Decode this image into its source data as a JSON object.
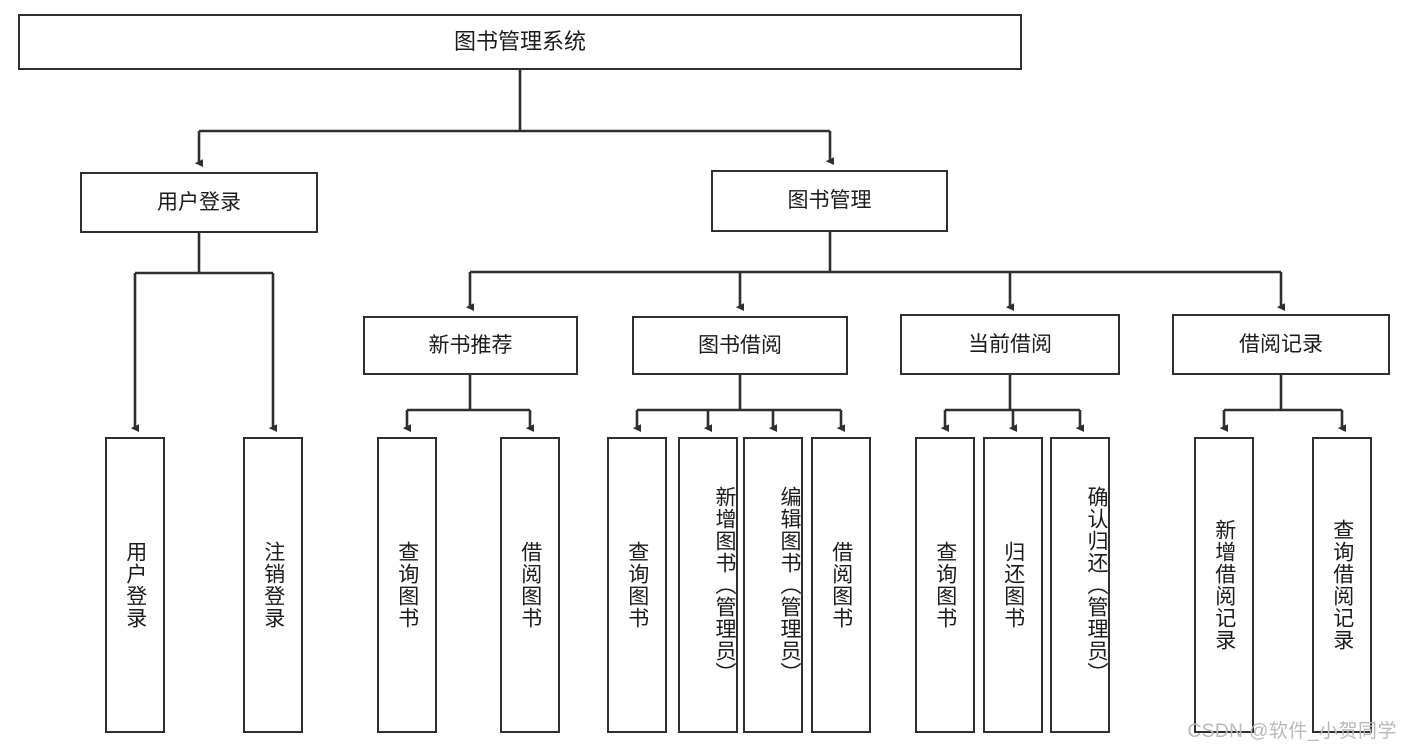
{
  "diagram": {
    "title": "图书管理系统",
    "type": "tree",
    "root": {
      "id": "root",
      "label": "图书管理系统"
    },
    "level1": [
      {
        "id": "user-login",
        "label": "用户登录"
      },
      {
        "id": "book-manage",
        "label": "图书管理"
      }
    ],
    "level2": [
      {
        "id": "new-book-recommend",
        "label": "新书推荐",
        "parent": "book-manage"
      },
      {
        "id": "book-borrow",
        "label": "图书借阅",
        "parent": "book-manage"
      },
      {
        "id": "current-borrow",
        "label": "当前借阅",
        "parent": "book-manage"
      },
      {
        "id": "borrow-record",
        "label": "借阅记录",
        "parent": "book-manage"
      }
    ],
    "leaves": [
      {
        "id": "leaf-user-login",
        "label": "用户登录",
        "parent": "user-login"
      },
      {
        "id": "leaf-logout",
        "label": "注销登录",
        "parent": "user-login"
      },
      {
        "id": "leaf-query-book-1",
        "label": "查询图书",
        "parent": "new-book-recommend"
      },
      {
        "id": "leaf-borrow-book-1",
        "label": "借阅图书",
        "parent": "new-book-recommend"
      },
      {
        "id": "leaf-query-book-2",
        "label": "查询图书",
        "parent": "book-borrow"
      },
      {
        "id": "leaf-add-book",
        "label": "新增图书（管理员）",
        "parent": "book-borrow"
      },
      {
        "id": "leaf-edit-book",
        "label": "编辑图书（管理员）",
        "parent": "book-borrow"
      },
      {
        "id": "leaf-borrow-book-2",
        "label": "借阅图书",
        "parent": "book-borrow"
      },
      {
        "id": "leaf-query-book-3",
        "label": "查询图书",
        "parent": "current-borrow"
      },
      {
        "id": "leaf-return-book",
        "label": "归还图书",
        "parent": "current-borrow"
      },
      {
        "id": "leaf-confirm-return",
        "label": "确认归还（管理员）",
        "parent": "current-borrow"
      },
      {
        "id": "leaf-add-record",
        "label": "新增借阅记录",
        "parent": "borrow-record"
      },
      {
        "id": "leaf-query-record",
        "label": "查询借阅记录",
        "parent": "borrow-record"
      }
    ]
  },
  "watermark": {
    "text": "CSDN @软件_小贺同学"
  },
  "colors": {
    "border": "#2f2f2f",
    "background": "#ffffff",
    "text": "#1b1b1b",
    "watermark": "#b9b9b9"
  }
}
